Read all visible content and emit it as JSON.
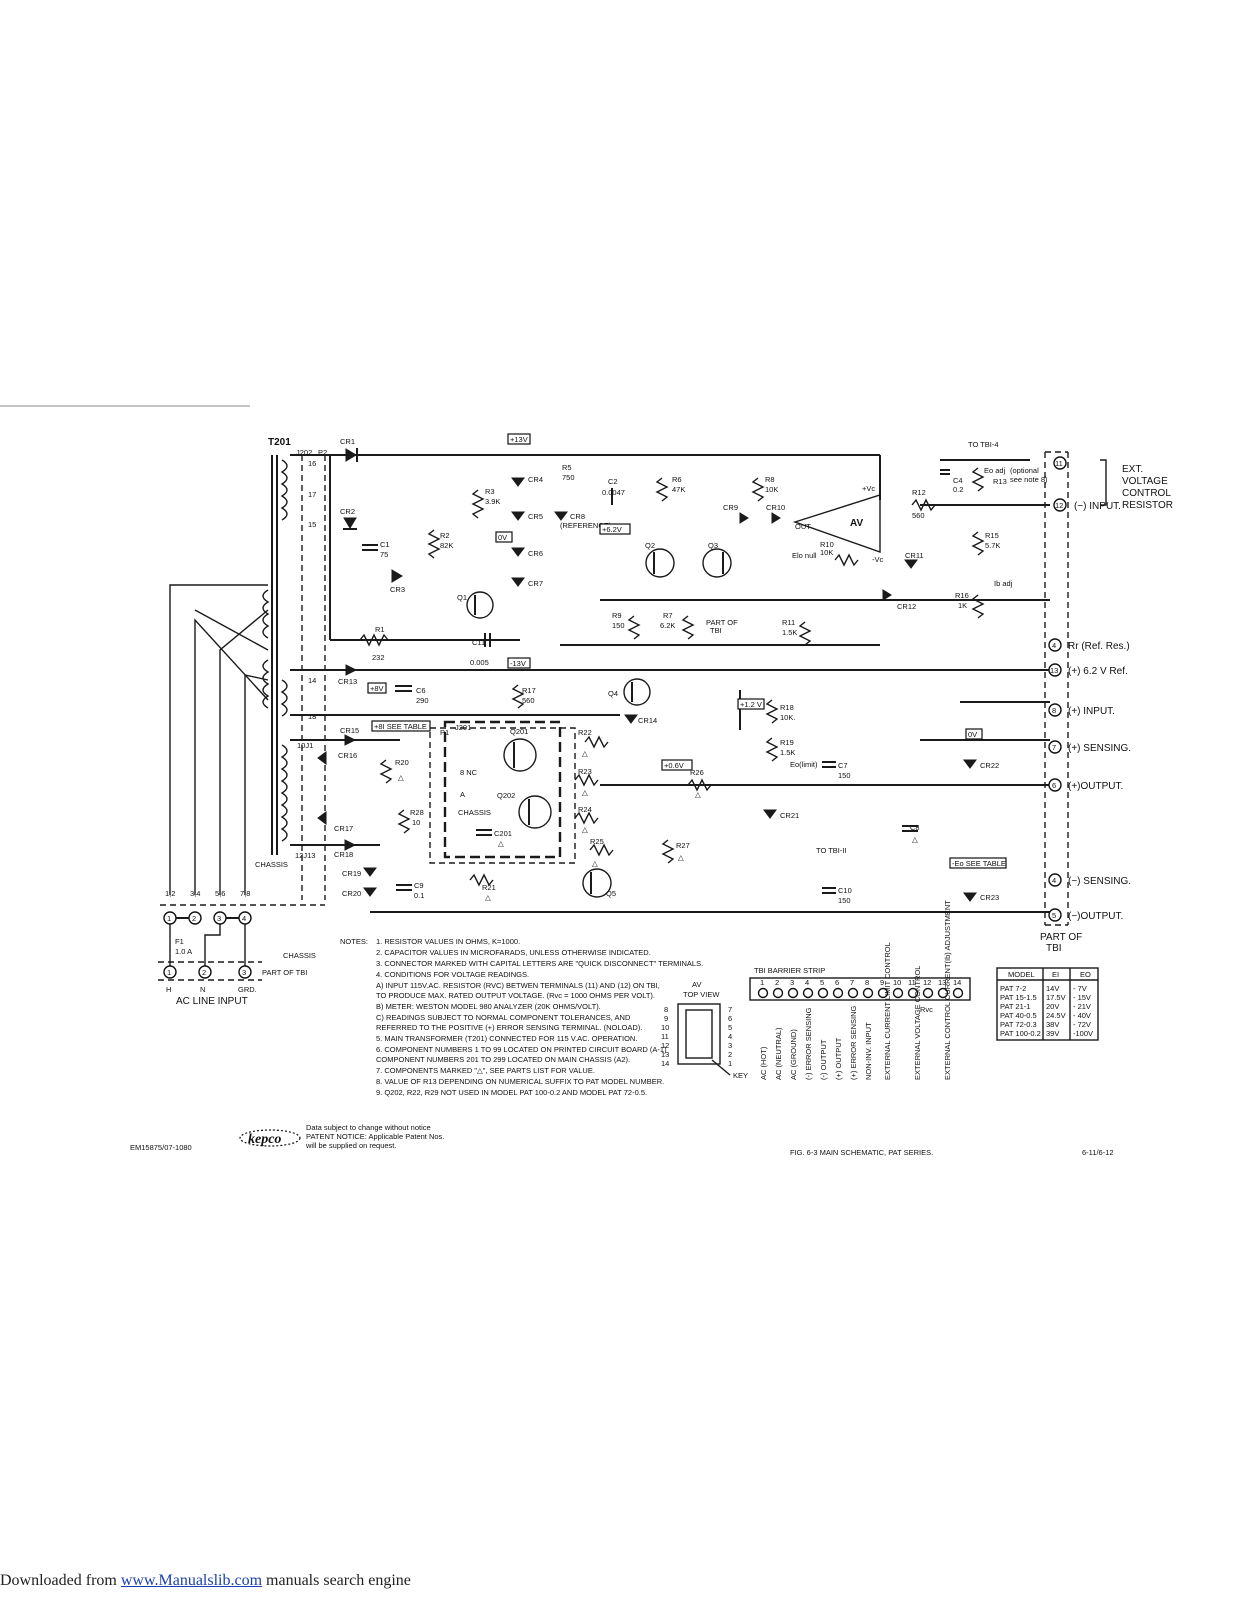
{
  "transformer": {
    "name": "T201",
    "j202": "J202",
    "p2": "P2",
    "pins": [
      "16",
      "17",
      "15",
      "14",
      "18"
    ],
    "chassis": "CHASSIS",
    "j1": "10J1",
    "j13": "12J13"
  },
  "components": {
    "CR1": "CR1",
    "CR2": "CR2",
    "CR3": "CR3",
    "CR4": "CR4",
    "CR5": "CR5",
    "CR6": "CR6",
    "CR7": "CR7",
    "CR8": "CR8",
    "CR9": "CR9",
    "CR10": "CR10",
    "CR11": "CR11",
    "CR12": "CR12",
    "CR13": "CR13",
    "CR14": "CR14",
    "CR15": "CR15",
    "CR16": "CR16",
    "CR17": "CR17",
    "CR18": "CR18",
    "CR19": "CR19",
    "CR20": "CR20",
    "CR21": "CR21",
    "CR22": "CR22",
    "CR23": "CR23",
    "C1": "C1",
    "C1v": "75",
    "C2": "C2",
    "C2v": "0.0047",
    "C4": "C4",
    "C4v": "0.2",
    "C6": "C6",
    "C6v": "290",
    "C7": "C7",
    "C7v": "150",
    "C8": "C8",
    "C9": "C9",
    "C9v": "0.1",
    "C10": "C10",
    "C10v": "150",
    "C11": "C11",
    "C11v": "0.005",
    "C201": "C201",
    "R1": "R1",
    "R1v": "232",
    "R2": "R2",
    "R2v": "82K",
    "R3": "R3",
    "R3v": "3.9K",
    "R5": "R5",
    "R5v": "750",
    "R6": "R6",
    "R6v": "47K",
    "R7": "R7",
    "R7v": "6.2K",
    "R8": "R8",
    "R8v": "10K",
    "R9": "R9",
    "R9v": "150",
    "R10": "R10",
    "R10v": "10K",
    "R11": "R11",
    "R11v": "1.5K",
    "R12": "R12",
    "R12v": "560",
    "R13": "R13",
    "R15": "R15",
    "R15v": "5.7K",
    "R16": "R16",
    "R16v": "1K",
    "R17": "R17",
    "R17v": "560",
    "R18": "R18",
    "R18v": "10K.",
    "R19": "R19",
    "R19v": "1.5K",
    "R20": "R20",
    "R21": "R21",
    "R22": "R22",
    "R23": "R23",
    "R24": "R24",
    "R25": "R25",
    "R26": "R26",
    "R27": "R27",
    "R28": "R28",
    "R28v": "10",
    "Q1": "Q1",
    "Q2": "Q2",
    "Q3": "Q3",
    "Q4": "Q4",
    "Q5": "Q5",
    "Q201": "Q201",
    "Q202": "Q202"
  },
  "tags": {
    "p13v": "+13V",
    "m13v": "-13V",
    "zero": "0V",
    "p62v": "+6.2V",
    "ref": "(REFERENCE)",
    "p8v": "+8V",
    "p8vtable": "+8I SEE TABLE",
    "p06v": "+0.6V",
    "p12v": "+1.2 V",
    "zero2": "0V",
    "eotable": "-Eo SEE TABLE"
  },
  "misc": {
    "totb4": "TO TBI-4",
    "eoadj": "Eo adj",
    "optional": "(optional",
    "seenote": "see note 8)",
    "av": "AV",
    "out": "OUT",
    "elonull": "Elo null",
    "vc_plus": "+Vc",
    "vc_minus": "-Vc",
    "ibadj": "Ib adj",
    "elimit": "Eo(limit)",
    "totb11": "TO TBI-II",
    "partof": "PART OF",
    "tb": "TBI",
    "j201": "J201",
    "p1": "P1",
    "nc": "8 NC",
    "chassis2": "CHASSIS",
    "a": "A",
    "delta": "△"
  },
  "ext": {
    "l1": "EXT.",
    "l2": "VOLTAGE",
    "l3": "CONTROL",
    "l4": "RESISTOR"
  },
  "terminals": [
    {
      "num": "11",
      "label": ""
    },
    {
      "num": "12",
      "label": "(−) INPUT."
    },
    {
      "num": "4",
      "label": "Rr (Ref. Res.)"
    },
    {
      "num": "13",
      "label": "(+) 6.2 V Ref."
    },
    {
      "num": "8",
      "label": "(+) INPUT."
    },
    {
      "num": "7",
      "label": "(+) SENSING."
    },
    {
      "num": "6",
      "label": "(+)OUTPUT."
    },
    {
      "num": "4",
      "label": "(−) SENSING."
    },
    {
      "num": "5",
      "label": "(−)OUTPUT."
    }
  ],
  "ac": {
    "pairs": [
      "1,2",
      "3,4",
      "5,6",
      "7,8"
    ],
    "nums": [
      "1",
      "2",
      "3",
      "4"
    ],
    "fuse": "F1",
    "fusev": "1.0 A",
    "chassis": "CHASSIS",
    "tb": [
      "1",
      "2",
      "3"
    ],
    "partof": "PART OF TBI",
    "h": "H",
    "n": "N",
    "grd": "GRD.",
    "input": "AC LINE INPUT"
  },
  "notes": {
    "title": "NOTES:",
    "items": [
      "1.   RESISTOR VALUES IN OHMS, K=1000.",
      "2.   CAPACITOR VALUES IN MICROFARADS, UNLESS OTHERWISE INDICATED.",
      "3.   CONNECTOR MARKED WITH CAPITAL LETTERS ARE \"QUICK DISCONNECT\" TERMINALS.",
      "4.   CONDITIONS FOR VOLTAGE READINGS.",
      "      A) INPUT 115V.AC. RESISTOR (RVC) BETWEN TERMINALS (11) AND (12) ON TBI,",
      "           TO PRODUCE MAX. RATED OUTPUT VOLTAGE. (Rvc = 1000 OHMS PER VOLT).",
      "      B) METER: WESTON MODEL 980 ANALYZER (20K OHMS/VOLT).",
      "      C) READINGS SUBJECT TO NORMAL COMPONENT TOLERANCES, AND",
      "           REFERRED TO THE POSITIVE (+) ERROR SENSING TERMINAL. (NOLOAD).",
      "5.   MAIN TRANSFORMER (T201) CONNECTED FOR 115 V.AC. OPERATION.",
      "6.   COMPONENT NUMBERS 1 TO 99 LOCATED ON PRINTED CIRCUIT BOARD (A-1)",
      "      COMPONENT NUMBERS 201 TO 299 LOCATED ON MAIN CHASSIS (A2).",
      "7.   COMPONENTS MARKED \"△\", SEE PARTS LIST FOR VALUE.",
      "8.   VALUE OF R13 DEPENDING ON NUMERICAL SUFFIX TO PAT MODEL NUMBER.",
      "9.   Q202, R22, R29 NOT USED IN MODEL PAT 100-0.2 AND MODEL PAT 72-0.5."
    ]
  },
  "pinout": {
    "title": "AV",
    "sub": "TOP VIEW",
    "left": [
      "8",
      "9",
      "10",
      "11",
      "12",
      "13",
      "14"
    ],
    "right": [
      "7",
      "6",
      "5",
      "4",
      "3",
      "2",
      "1"
    ],
    "key": "KEY"
  },
  "barrier": {
    "title": "TBI  BARRIER STRIP",
    "nums": [
      "1",
      "2",
      "3",
      "4",
      "5",
      "6",
      "7",
      "8",
      "9",
      "10",
      "11",
      "12",
      "13",
      "14"
    ],
    "labels": [
      "AC (HOT)",
      "AC (NEUTRAL)",
      "AC (GROUND)",
      "(-) ERROR SENSING",
      "(-) OUTPUT",
      "(+) OUTPUT",
      "(+) ERROR SENSING",
      "NON-INV. INPUT",
      "EXTERNAL CURRENT LIMIT CONTROL",
      "EXTERNAL VOLTAGE CONTROL",
      "EXTERNAL CONTROL CURRENT(Ib) ADJUSTMENT"
    ],
    "rvc": "Rvc"
  },
  "models": {
    "headers": [
      "MODEL",
      "EI",
      "EO"
    ],
    "rows": [
      [
        "PAT 7-2",
        "14V",
        "- 7V"
      ],
      [
        "PAT 15-1.5",
        "17.5V",
        "- 15V"
      ],
      [
        "PAT 21-1",
        "20V",
        "- 21V"
      ],
      [
        "PAT 40-0.5",
        "24.5V",
        "- 40V"
      ],
      [
        "PAT 72-0.3",
        "38V",
        "- 72V"
      ],
      [
        "PAT 100-0.2",
        "39V",
        "-100V"
      ]
    ]
  },
  "footer": {
    "code": "EM15875/07-1080",
    "logo": "kepco",
    "d1": "Data subject to change without notice",
    "d2": "PATENT NOTICE: Applicable Patent Nos.",
    "d3": "will be supplied on request.",
    "fig": "FIG. 6-3 MAIN SCHEMATIC, PAT SERIES.",
    "page": "6-11/6-12"
  },
  "download": {
    "prefix": "Downloaded from ",
    "link": "www.Manualslib.com",
    "suffix": " manuals search engine"
  }
}
